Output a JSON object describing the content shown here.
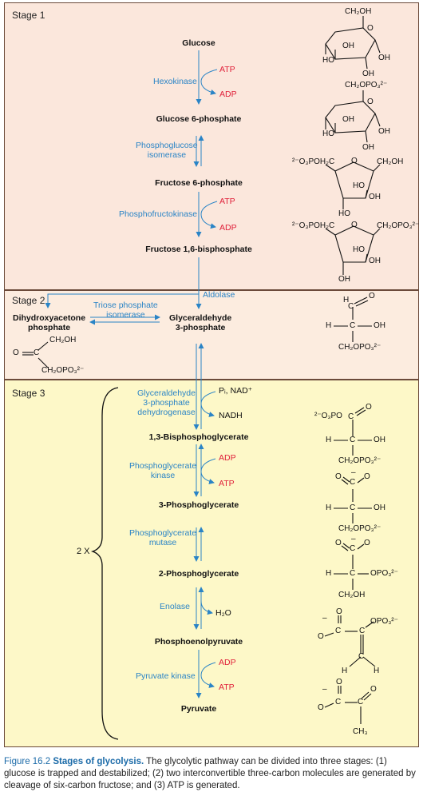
{
  "stages": {
    "stage1": "Stage 1",
    "stage2": "Stage 2",
    "stage3": "Stage 3"
  },
  "metabolites": {
    "glucose": "Glucose",
    "g6p": "Glucose 6-phosphate",
    "f6p": "Fructose 6-phosphate",
    "f16bp": "Fructose 1,6-bisphosphate",
    "dhap": "Dihydroxyacetone\nphosphate",
    "g3p": "Glyceraldehyde\n3-phosphate",
    "bpg13": "1,3-Bisphosphoglycerate",
    "pg3": "3-Phosphoglycerate",
    "pg2": "2-Phosphoglycerate",
    "pep": "Phosphoenolpyruvate",
    "pyruvate": "Pyruvate"
  },
  "enzymes": {
    "hexokinase": "Hexokinase",
    "pgi": "Phosphoglucose\nisomerase",
    "pfk": "Phosphofructokinase",
    "aldolase": "Aldolase",
    "tpi": "Triose phosphate\nisomerase",
    "gapdh": "Glyceraldehyde\n3-phosphate\ndehydrogenase",
    "pgk": "Phosphoglycerate\nkinase",
    "pgm": "Phosphoglycerate\nmutase",
    "enolase": "Enolase",
    "pk": "Pyruvate kinase"
  },
  "cofactors": {
    "atp1": "ATP",
    "adp1": "ADP",
    "atp2": "ATP",
    "adp2": "ADP",
    "pi_nad": "Pᵢ, NAD⁺",
    "nadh": "NADH",
    "adp3": "ADP",
    "atp3": "ATP",
    "h2o": "H₂O",
    "adp4": "ADP",
    "atp4": "ATP"
  },
  "multiplier": "2 X",
  "structures": {
    "ch2oh": "CH₂OH",
    "ch2opo3": "CH₂OPO₃²⁻",
    "o3poh2c": "²⁻O₃POH₂C",
    "oh": "OH",
    "ho": "HO",
    "o": "O",
    "h": "H",
    "c": "C",
    "opo3": "OPO₃²⁻",
    "o3po": "²⁻O₃PO",
    "ch3": "CH₃",
    "minus": "–"
  },
  "caption": {
    "title": "Figure 16.2",
    "title2": "Stages of glycolysis.",
    "text": "The glycolytic pathway can be divided into three stages: (1) glucose is trapped and destabilized; (2) two interconvertible three-carbon molecules are generated by cleavage of six-carbon fructose; and (3) ATP is generated."
  },
  "colors": {
    "stage1_bg": "#fbe7dc",
    "stage2_bg": "#fcecdf",
    "stage3_bg": "#fdf8c8",
    "enzyme_blue": "#2a84c6",
    "cofactor_red": "#e0213a"
  }
}
